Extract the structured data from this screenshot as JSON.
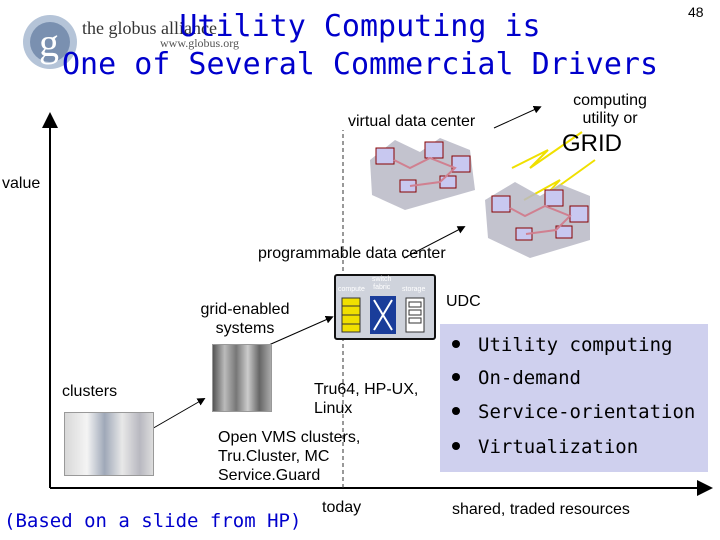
{
  "page_number": "48",
  "logo": {
    "name": "the globus alliance",
    "url": "www.globus.org",
    "mark": "g"
  },
  "title": {
    "line1": "Utility Computing is",
    "line2": "One of Several Commercial Drivers"
  },
  "diagram": {
    "y_axis_label": "value",
    "x_axis_label": "shared, traded resources",
    "today_label": "today",
    "virtual_dc_label": "virtual data center",
    "grid_label_top": "computing\nutility or",
    "grid_label_big": "GRID",
    "programmable_dc_label": "programmable data center",
    "grid_enabled_label": "grid-enabled\nsystems",
    "clusters_label": "clusters",
    "udc_label": "UDC",
    "udc_captions": {
      "compute": "compute",
      "switch": "switch\nfabric",
      "storage": "storage"
    },
    "tru64_label": "Tru64, HP-UX,\nLinux",
    "openvms_label": "Open VMS clusters,\nTru.Cluster, MC\nService.Guard"
  },
  "bullets": [
    "Utility computing",
    "On-demand",
    "Service-orientation",
    "Virtualization"
  ],
  "footer": "(Based on a slide from HP)",
  "colors": {
    "title": "#0000cc",
    "bullet_box": "#cfd0ee",
    "net_pink": "#d08090",
    "node_blue": "#c8c8f0",
    "lightning": "#f0e000"
  }
}
